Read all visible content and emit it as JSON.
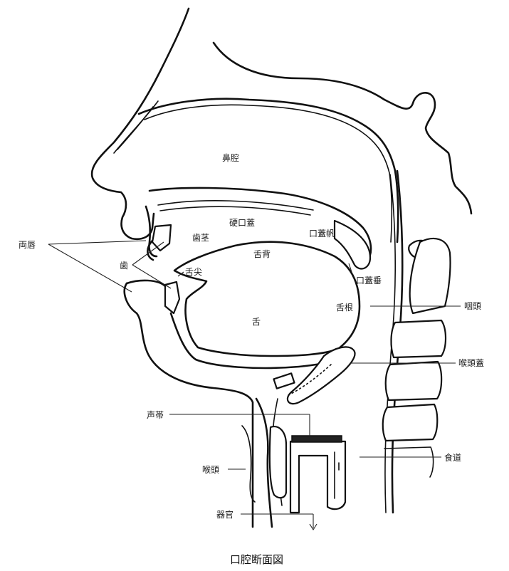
{
  "labels": {
    "nasal_cavity": "鼻腔",
    "hard_palate": "硬口蓋",
    "soft_palate": "口蓋帆",
    "alveolar_ridge": "歯茎",
    "lips": "両唇",
    "teeth": "歯",
    "tongue_back": "舌背",
    "tongue_tip": "舌尖",
    "uvula": "口蓋垂",
    "tongue": "舌",
    "tongue_root": "舌根",
    "pharynx": "咽頭",
    "epiglottis": "喉頭蓋",
    "vocal_cords": "声帯",
    "larynx": "喉頭",
    "esophagus": "食道",
    "trachea": "器官"
  },
  "caption": "口腔断面図"
}
